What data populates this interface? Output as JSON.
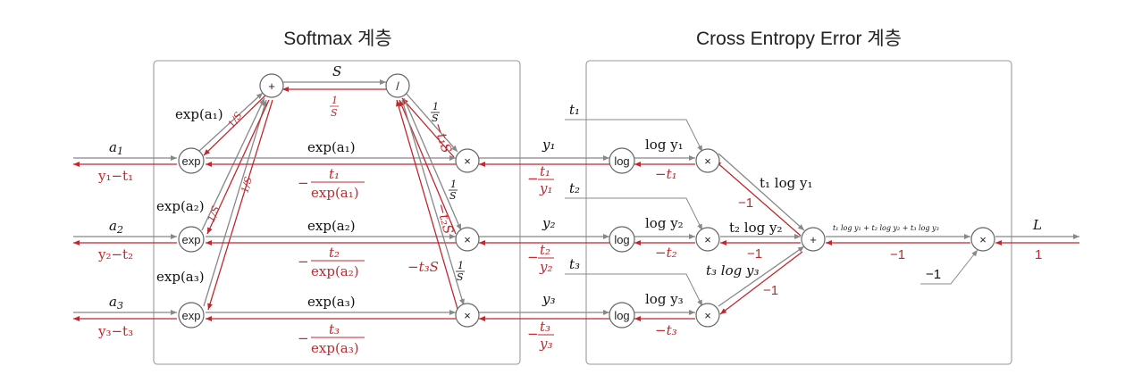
{
  "titles": {
    "softmax": "Softmax 계층",
    "cee": "Cross Entropy Error 계층"
  },
  "nodes": {
    "exp": "exp",
    "plus": "+",
    "div": "/",
    "mul": "×",
    "log": "log"
  },
  "inputs": {
    "a1": "a",
    "a1_sub": "1",
    "a2": "a",
    "a2_sub": "2",
    "a3": "a",
    "a3_sub": "3"
  },
  "input_grads": [
    "y₁−t₁",
    "y₂−t₂",
    "y₃−t₃"
  ],
  "softmax_labels": {
    "S": "S",
    "one_over_S": "1/S",
    "exp_a1": "exp(a₁)",
    "exp_a2": "exp(a₂)",
    "exp_a3": "exp(a₃)",
    "neg_t1_S": "−t₁S",
    "neg_t2_S": "−t₂S",
    "neg_t3_S": "−t₃S",
    "neg": "−",
    "t1": "t₁",
    "t2": "t₂",
    "t3": "t₃",
    "exp1_den": "exp(a₁)",
    "exp2_den": "exp(a₂)",
    "exp3_den": "exp(a₃)",
    "frac_num": "1",
    "frac_den": "S"
  },
  "outputs": {
    "y1": "y₁",
    "y2": "y₂",
    "y3": "y₃",
    "neg_t1_y1_num": "t₁",
    "neg_t1_y1_den": "y₁",
    "neg_t2_y2_num": "t₂",
    "neg_t2_y2_den": "y₂",
    "neg_t3_y3_num": "t₃",
    "neg_t3_y3_den": "y₃"
  },
  "cee_labels": {
    "t1": "t₁",
    "t2": "t₂",
    "t3": "t₃",
    "log_y1": "log y₁",
    "log_y2": "log y₂",
    "log_y3": "log y₃",
    "neg_t1": "−t₁",
    "neg_t2": "−t₂",
    "neg_t3": "−t₃",
    "t1_log_y1": "t₁ log y₁",
    "t2_log_y2": "t₂ log y₂",
    "t3_log_y3": "t₃ log y₃",
    "minus_one": "−1",
    "sum_expr": "t₁ log y₁ + t₂ log y₂ + t₃ log y₃",
    "const_neg1": "−1",
    "L": "L",
    "one": "1"
  }
}
